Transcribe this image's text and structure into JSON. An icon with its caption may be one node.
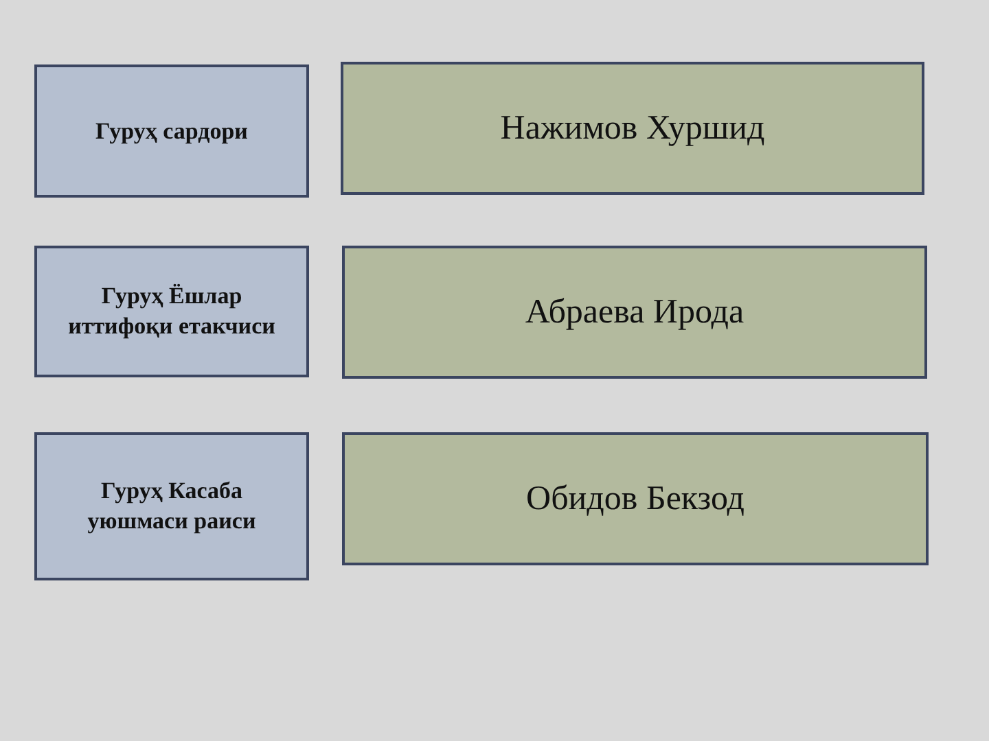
{
  "diagram": {
    "nodes": [
      {
        "text": [
          "Гуруҳ сардори"
        ]
      },
      {
        "text": [
          "Нажимов Хуршид"
        ]
      },
      {
        "text": [
          "Гуруҳ Ёшлар иттифоқи етакчиси"
        ]
      },
      {
        "text": [
          "Абраева Ирода"
        ]
      },
      {
        "text": [
          "Гуруҳ Касаба уюшмаси раиси"
        ]
      },
      {
        "text": [
          "Обидов Бекзод"
        ]
      }
    ]
  }
}
